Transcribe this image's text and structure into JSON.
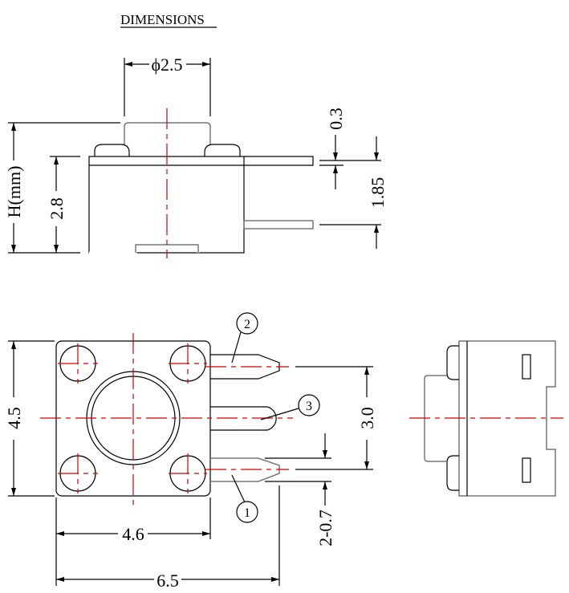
{
  "title": "DIMENSIONS",
  "side_view": {
    "actuator_diameter": "ϕ2.5",
    "height_label": "H(mm)",
    "body_height": "2.8",
    "plate_thickness": "0.3",
    "pin_offset": "1.85"
  },
  "top_view": {
    "body_height": "4.5",
    "body_width": "4.6",
    "overall_width": "6.5",
    "pin_pitch": "3.0",
    "pin_width": "2-0.7",
    "callouts": [
      "2",
      "3",
      "1"
    ]
  },
  "colors": {
    "outline": "#000000",
    "centerline": "#d00000"
  }
}
